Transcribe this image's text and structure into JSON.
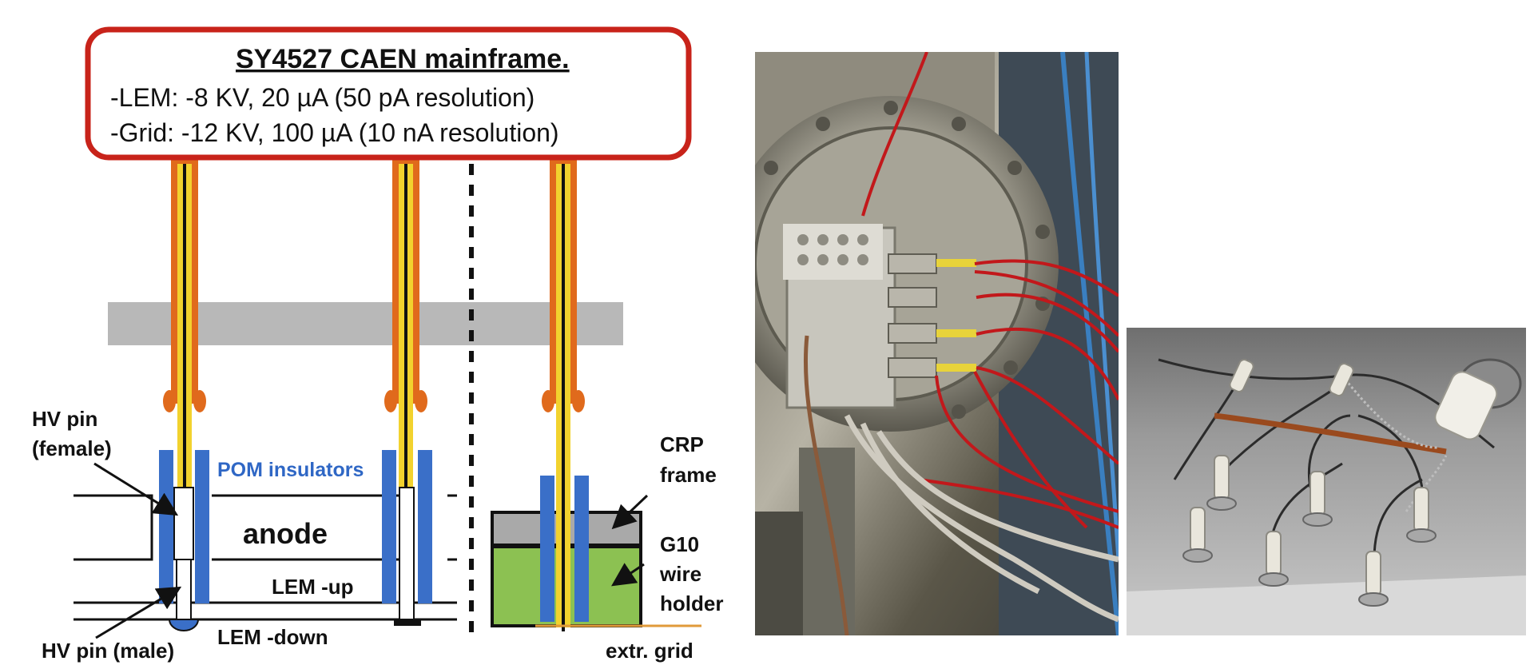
{
  "power_supply": {
    "title": "SY4527 CAEN mainframe.",
    "line_lem": "-LEM:  -8 KV, 20 µA (50 pA resolution)",
    "line_grid": "-Grid: -12 KV, 100 µA (10 nA resolution)",
    "border_color": "#c8231a"
  },
  "diagram": {
    "labels": {
      "hv_pin_female_1": "HV pin",
      "hv_pin_female_2": "(female)",
      "pom_insulators": "POM insulators",
      "anode": "anode",
      "lem_up": "LEM -up",
      "lem_down": "LEM -down",
      "hv_pin_male": "HV pin (male)",
      "crp_frame_1": "CRP",
      "crp_frame_2": "frame",
      "g10_1": "G10",
      "g10_2": "wire",
      "g10_3": "holder",
      "extr_grid": "extr. grid"
    },
    "colors": {
      "cable_orange": "#e06a1c",
      "cable_yellow": "#f2d22e",
      "insulator_blue": "#3a6fc8",
      "flange_gray": "#b8b8b8",
      "g10_green": "#8cc152",
      "frame_gray": "#a9a9a9"
    }
  },
  "photos": {
    "left": {
      "subject": "feedthrough-flange-with-red-hv-cables"
    },
    "right": {
      "subject": "hv-pins-with-wires-on-gray-plate"
    }
  }
}
